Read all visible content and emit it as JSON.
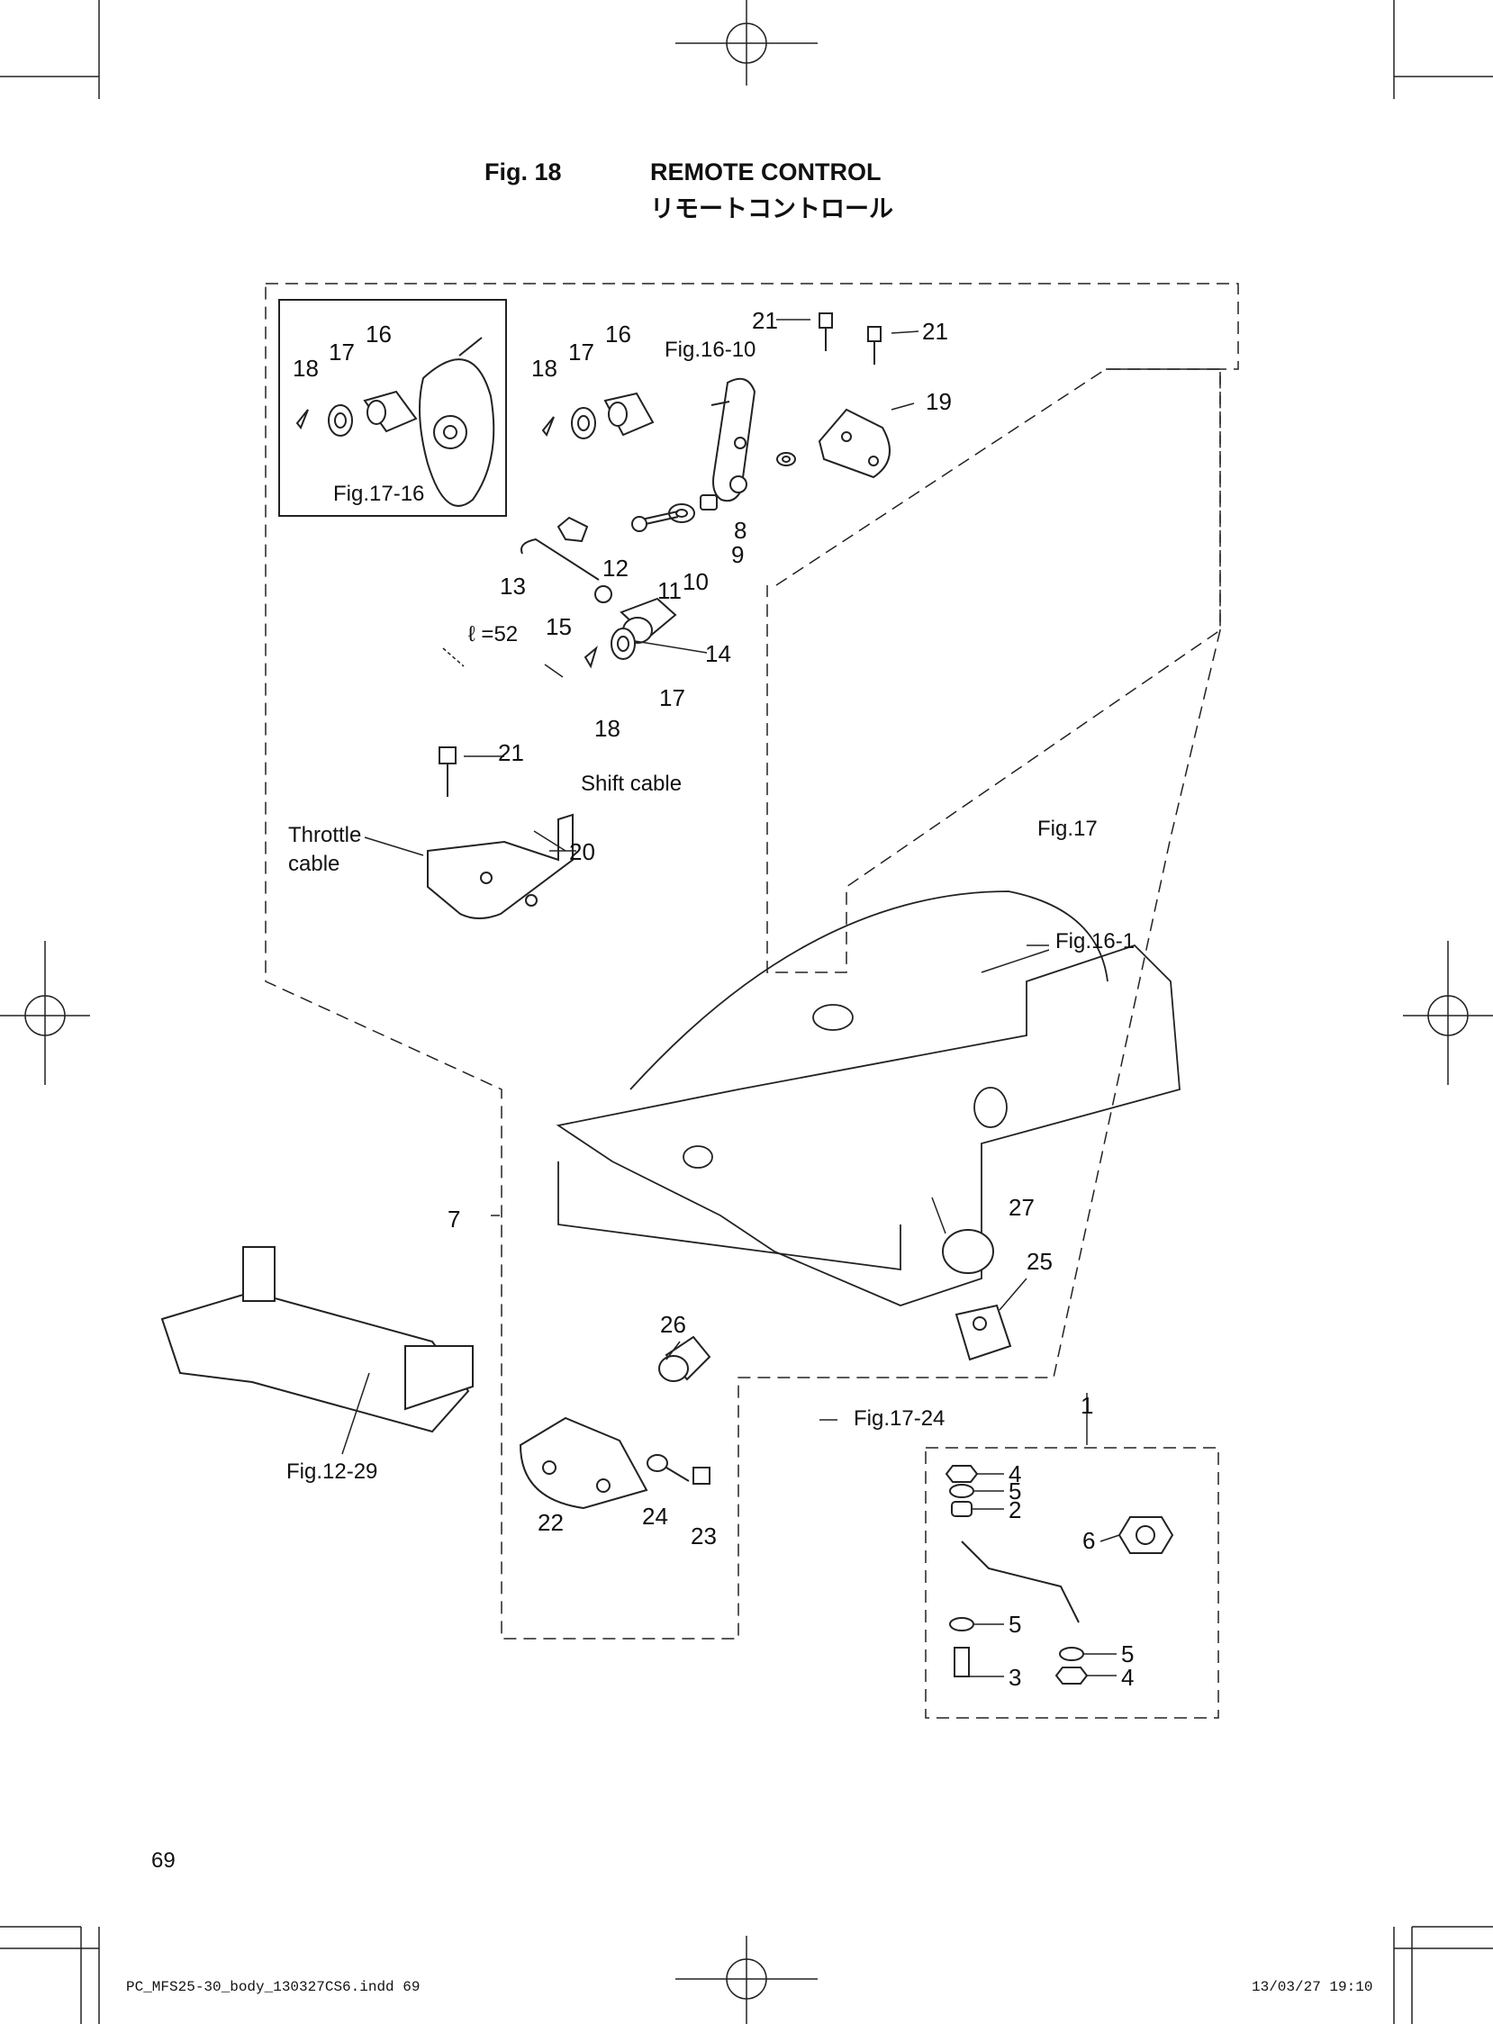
{
  "header": {
    "figure_number": "Fig. 18",
    "title": "REMOTE CONTROL",
    "title_japanese": "リモートコントロール"
  },
  "callouts": {
    "p1": "1",
    "p2": "2",
    "p3": "3",
    "p4a": "4",
    "p4b": "4",
    "p5a": "5",
    "p5b": "5",
    "p5c": "5",
    "p6": "6",
    "p7": "7",
    "p8": "8",
    "p9": "9",
    "p10": "10",
    "p11": "11",
    "p12": "12",
    "p13": "13",
    "p14": "14",
    "p15": "15",
    "p16a": "16",
    "p16b": "16",
    "p17a": "17",
    "p17b": "17",
    "p17c": "17",
    "p18a": "18",
    "p18b": "18",
    "p18c": "18",
    "p19": "19",
    "p20": "20",
    "p21a": "21",
    "p21b": "21",
    "p21c": "21",
    "p22": "22",
    "p23": "23",
    "p24": "24",
    "p25": "25",
    "p26": "26",
    "p27": "27"
  },
  "references": {
    "fig_17_16": "Fig.17-16",
    "fig_16_10": "Fig.16-10",
    "fig_17": "Fig.17",
    "fig_16_1": "Fig.16-1",
    "fig_12_29": "Fig.12-29",
    "fig_17_24": "Fig.17-24"
  },
  "annotations": {
    "length_label": "ℓ =52",
    "shift_cable": "Shift cable",
    "throttle_cable_line1": "Throttle",
    "throttle_cable_line2": "cable"
  },
  "footer": {
    "page_number": "69",
    "file_name": "PC_MFS25-30_body_130327CS6.indd  69",
    "date_time": "13/03/27  19:10"
  }
}
